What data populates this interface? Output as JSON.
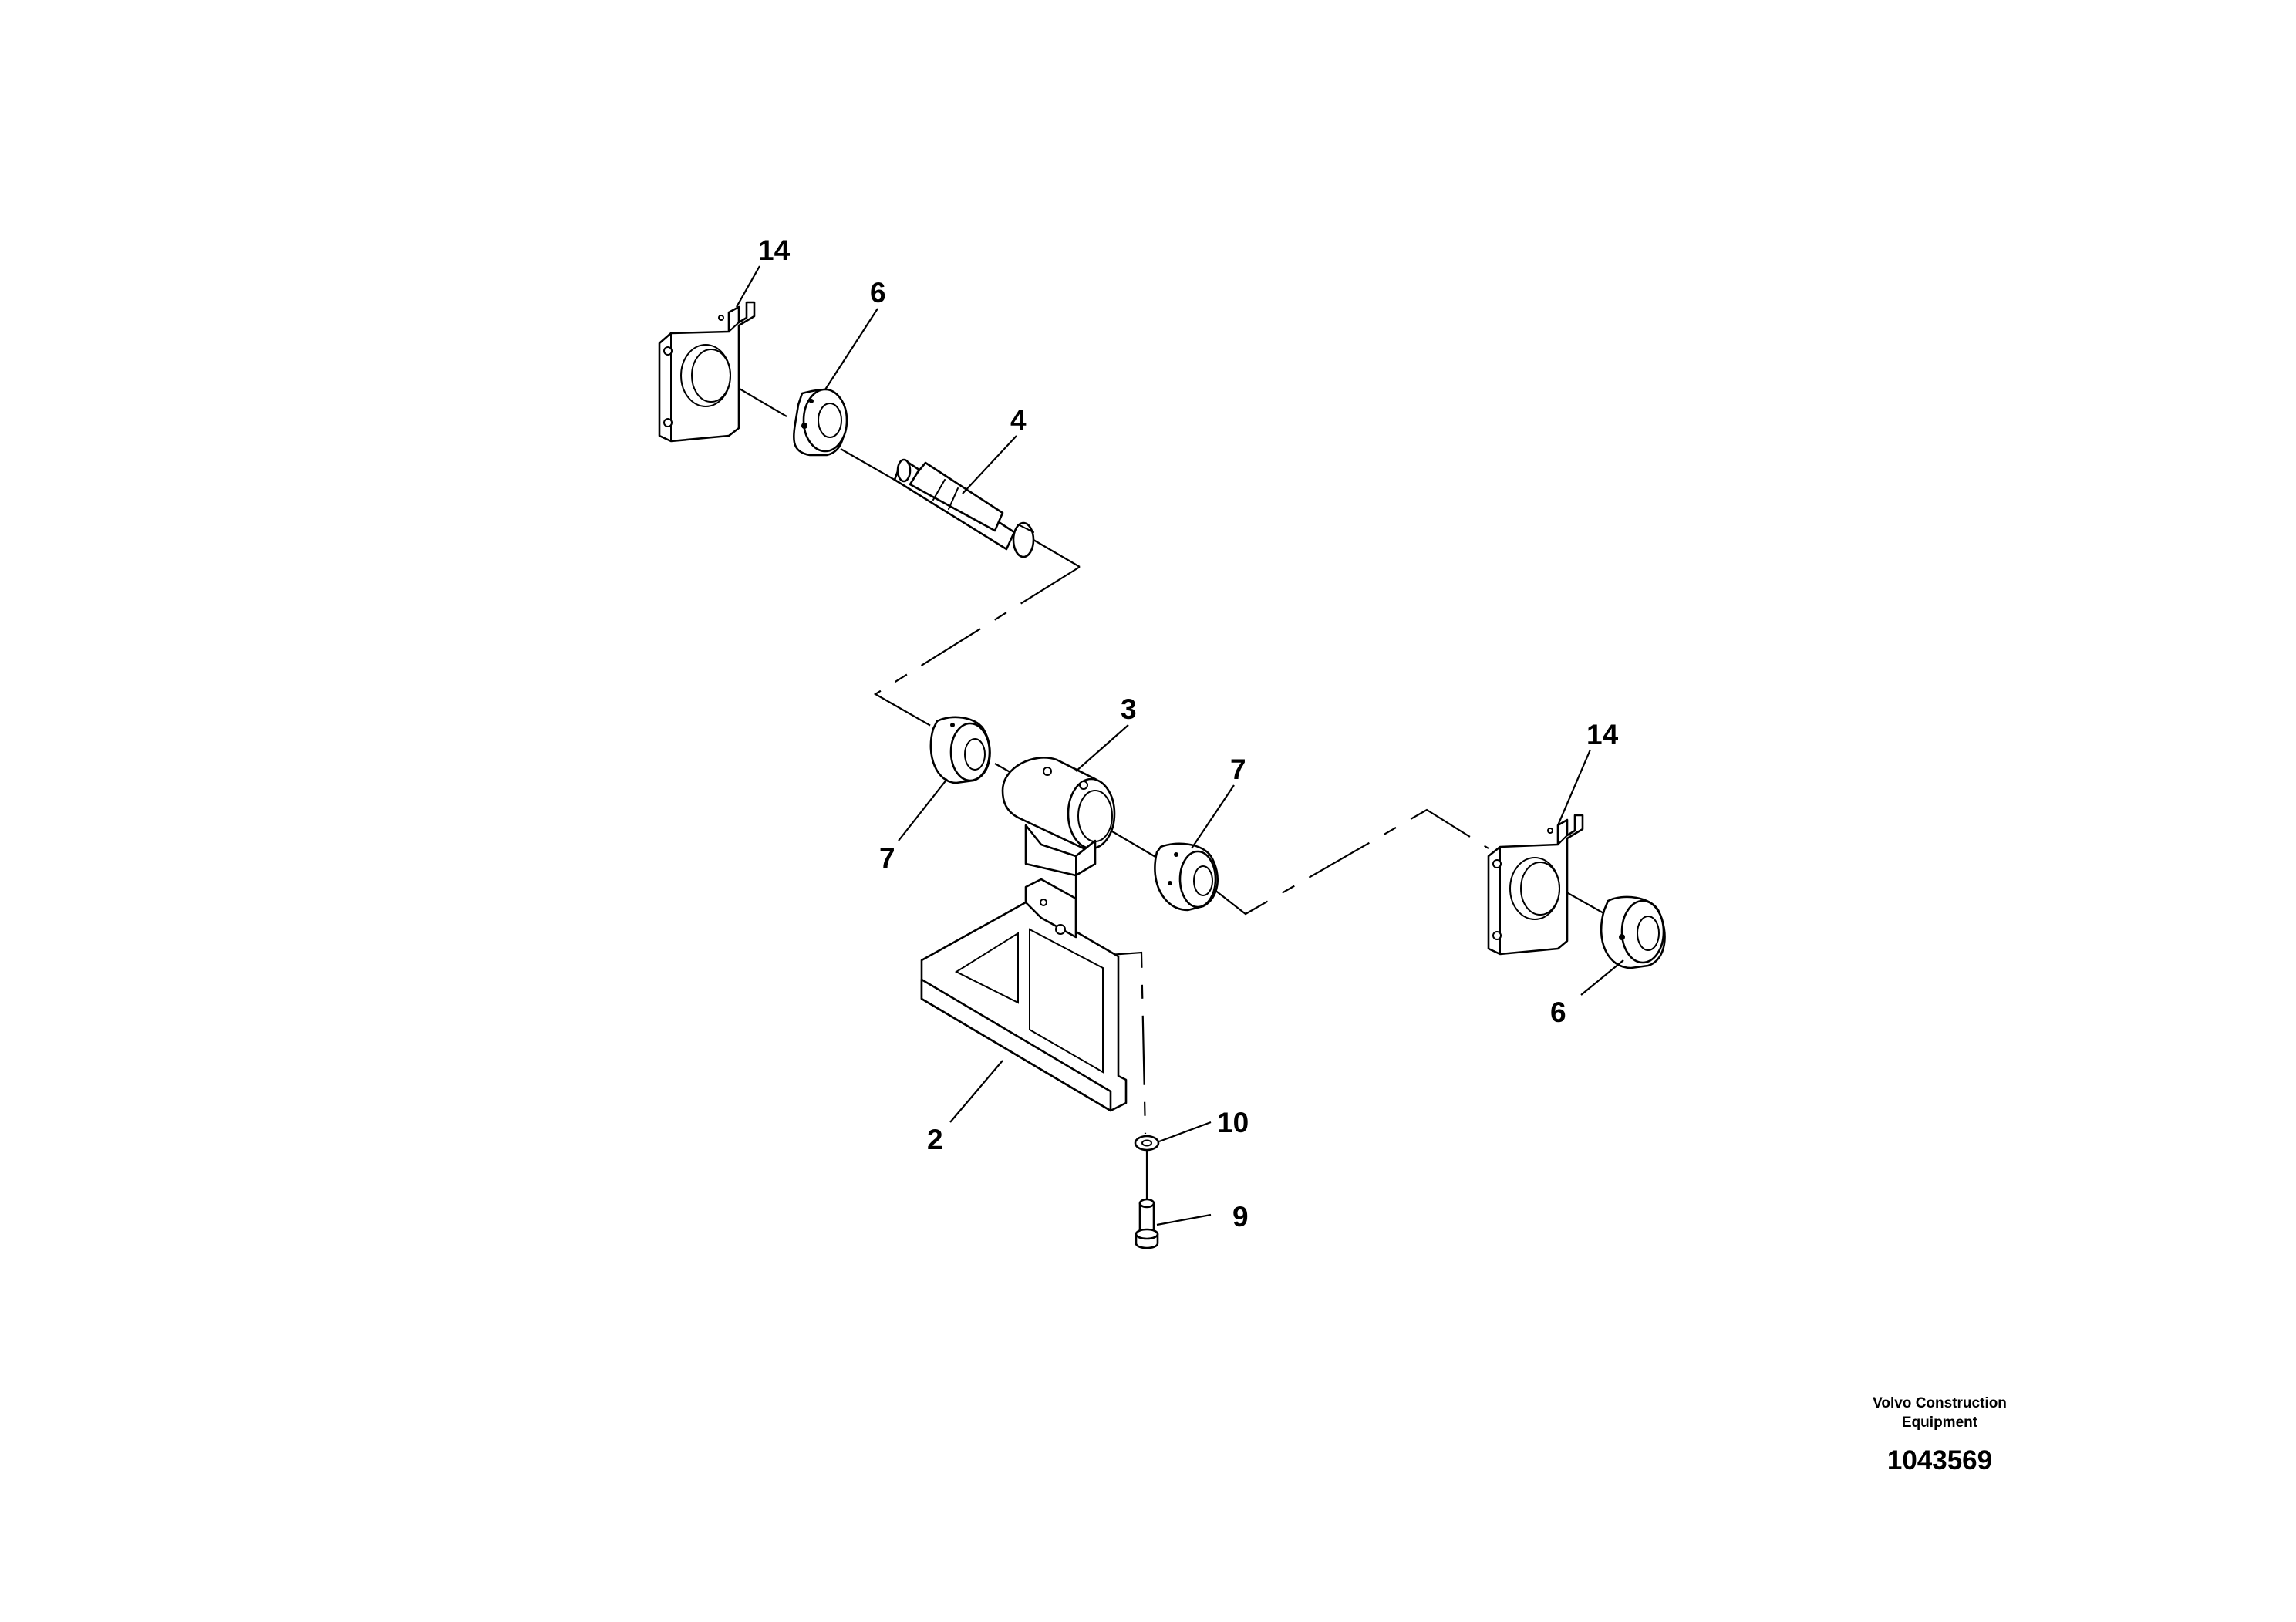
{
  "callouts": {
    "bracket_top": "14",
    "bearing_top": "6",
    "shaft": "4",
    "housing": "3",
    "bearing_mid_left": "7",
    "bearing_mid_right": "7",
    "bracket_right": "14",
    "bearing_right": "6",
    "stand": "2",
    "washer": "10",
    "bolt": "9"
  },
  "footer": {
    "company_line1": "Volvo Construction",
    "company_line2": "Equipment",
    "drawing_number": "1043569"
  }
}
